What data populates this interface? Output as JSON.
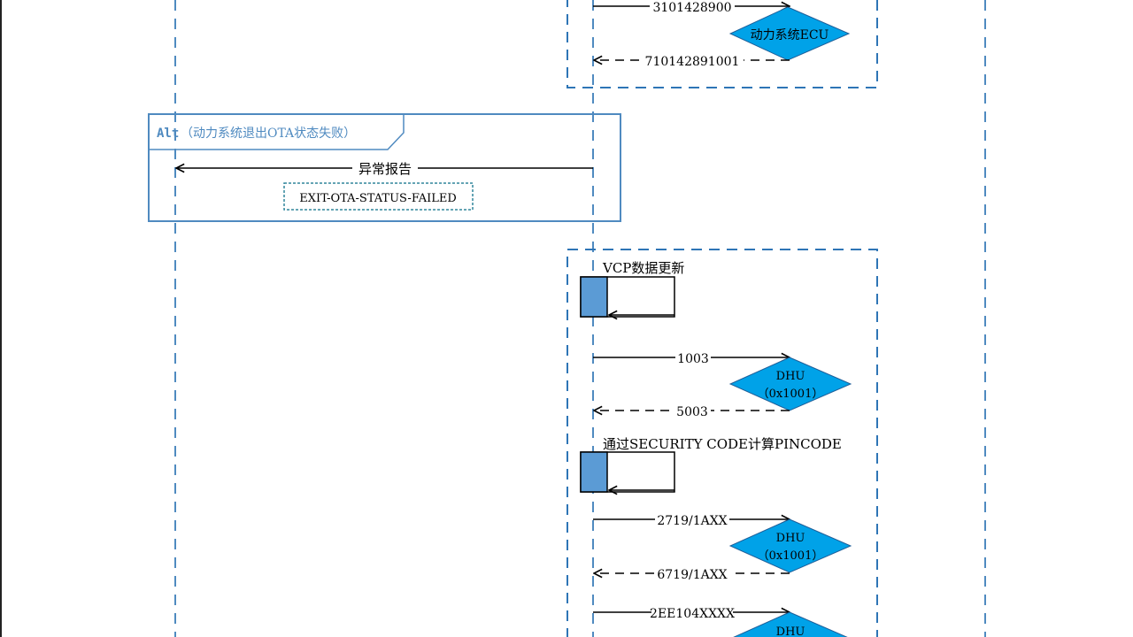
{
  "top_block": {
    "request": "3101428900",
    "response": "710142891001",
    "target": "动力系统ECU"
  },
  "alt": {
    "keyword": "Alt",
    "condition": "（动力系统退出OTA状态失败）",
    "message": "异常报告",
    "note": "EXIT-OTA-STATUS-FAILED"
  },
  "vcp_block": {
    "step1_title": "VCP数据更新",
    "req1": "1003",
    "resp1": "5003",
    "dhu_name": "DHU",
    "dhu_addr": "（0x1001）",
    "step2_title": "通过SECURITY CODE计算PINCODE",
    "req2": "2719/1AXX",
    "resp2": "6719/1AXX",
    "req3": "2EE104XXXX"
  },
  "colors": {
    "lifeline": "#4f8ac0",
    "frame": "#2e75b6",
    "diamond_fill": "#00a2e8",
    "activation_fill": "#5b9bd5"
  }
}
